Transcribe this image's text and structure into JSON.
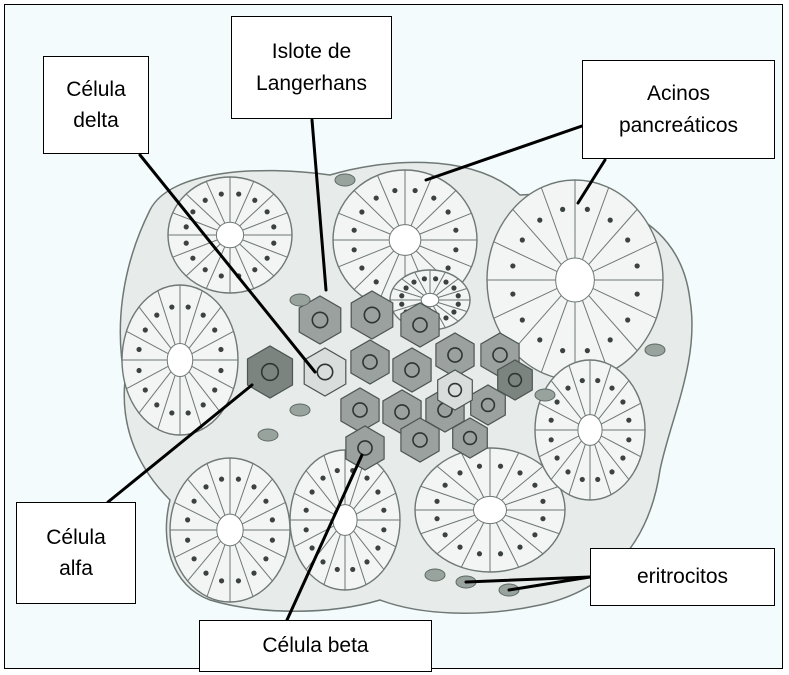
{
  "labels": {
    "islote": "Islote de\nLangerhans",
    "delta": "Célula\ndelta",
    "acinos": "Acinos\npancreáticos",
    "alfa": "Célula\nalfa",
    "beta": "Célula beta",
    "eritrocitos": "eritrocitos"
  },
  "colors": {
    "background": "#f3fbfd",
    "tissue": "#e7ecea",
    "cell_outline": "#6f7874",
    "nucleus": "#3c4240",
    "islet_cell": "#9aa19e",
    "islet_dark": "#7c8480",
    "erythrocyte": "#98a39e"
  }
}
